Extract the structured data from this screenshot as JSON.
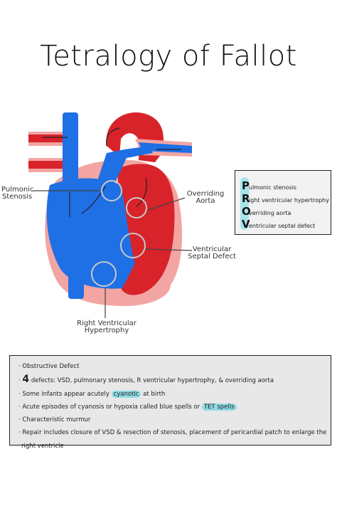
{
  "title": "Tetralogy of Fallot",
  "labels": {
    "pulmonic_stenosis": [
      "Pulmonic",
      "Stenosis"
    ],
    "overriding_aorta": [
      "Overriding",
      "Aorta"
    ],
    "ventricular_septal_defect": [
      "Ventricular",
      "Septal Defect"
    ],
    "right_ventricular_hypertrophy": [
      "Right Ventricular",
      "Hypertrophy"
    ]
  },
  "mnemonic": [
    {
      "letter": "P",
      "rest": "ulmonic stenosis"
    },
    {
      "letter": "R",
      "rest": "ight ventricular hypertrophy"
    },
    {
      "letter": "O",
      "rest": "verriding aorta"
    },
    {
      "letter": "V",
      "rest": "entricular septal defect"
    }
  ],
  "notes": {
    "n1": "Obstructive Defect",
    "n2_num": "4",
    "n2_rest": " defects: VSD, pulmonary stenosis, R ventricular hypertrophy, ",
    "n2_amp": "&",
    "n2_end": " overriding aorta",
    "n3_pre": "Some infants appear acutely ",
    "n3_hl": "cyanotic",
    "n3_post": " at birth",
    "n4_pre": "Acute episodes of cyanosis or hypoxia called blue spells or ",
    "n4_hl": "TET spells",
    "n5": "Characteristic murmur",
    "n6a": "Repair includes closure of VSD ",
    "n6_amp": "&",
    "n6b": " resection of stenosis, placement of pericardial patch to enlarge the",
    "n6c": "right ventricle"
  },
  "colors": {
    "red": "#d8232a",
    "blue": "#1f6fe5",
    "pink": "#f2a5a3",
    "highlight": "#8fdbe3"
  }
}
